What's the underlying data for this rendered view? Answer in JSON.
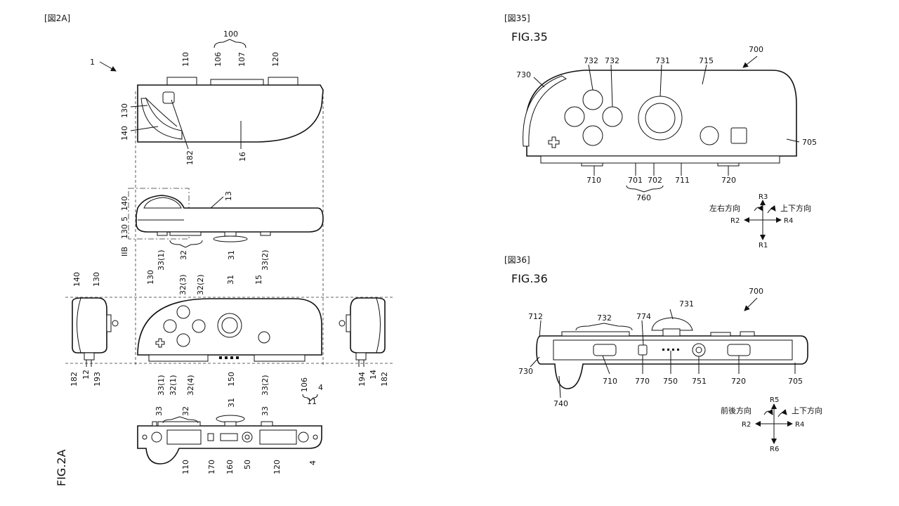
{
  "headers": {
    "left": "[図2A]",
    "fig35": "[図35]",
    "fig36": "[図36]"
  },
  "figures": {
    "fig2a": "FIG.2A",
    "fig35": "FIG.35",
    "fig36": "FIG.36"
  },
  "fig2a_labels": {
    "l1": "1",
    "l100": "100",
    "l110": "110",
    "l106": "106",
    "l107": "107",
    "l120": "120",
    "l130": "130",
    "l140": "140",
    "l182": "182",
    "l16": "16",
    "l13": "13",
    "l5": "5",
    "l32": "32",
    "l33_1": "33(1)",
    "l31": "31",
    "l33_2": "33(2)",
    "l2b": "IIB",
    "l15": "15",
    "l32_3": "32(3)",
    "l32_2": "32(2)",
    "l32_1": "32(1)",
    "l32_4": "32(4)",
    "l150": "150",
    "l11": "11",
    "l4": "4",
    "l12": "12",
    "l193": "193",
    "l194": "194",
    "l14": "14",
    "l33": "33",
    "l170": "170",
    "l160": "160",
    "l50": "50"
  },
  "fig35_labels": {
    "l700": "700",
    "l730": "730",
    "l732a": "732",
    "l732b": "732",
    "l731": "731",
    "l715": "715",
    "l705": "705",
    "l710": "710",
    "l701": "701",
    "l702": "702",
    "l711": "711",
    "l720": "720",
    "l760": "760",
    "dir_lr": "左右方向",
    "dir_ud": "上下方向",
    "r1": "R1",
    "r2": "R2",
    "r3": "R3",
    "r4": "R4"
  },
  "fig36_labels": {
    "l700": "700",
    "l731": "731",
    "l712": "712",
    "l732": "732",
    "l774": "774",
    "l730": "730",
    "l710": "710",
    "l770": "770",
    "l750": "750",
    "l751": "751",
    "l720": "720",
    "l705": "705",
    "l740": "740",
    "dir_fb": "前後方向",
    "dir_ud": "上下方向",
    "r2": "R2",
    "r4": "R4",
    "r5": "R5",
    "r6": "R6"
  },
  "colors": {
    "ink": "#111111",
    "paper": "#ffffff",
    "guide": "#333333"
  }
}
